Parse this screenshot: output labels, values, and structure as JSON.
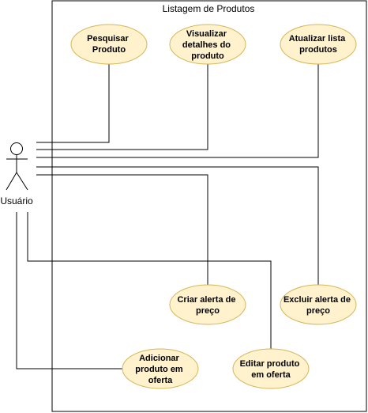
{
  "diagram": {
    "boundary_title": "Listagem de Produtos",
    "actor": {
      "name": "Usuário"
    },
    "use_cases": [
      {
        "id": "pesquisar",
        "lines": [
          "Pesquisar",
          "Produto"
        ]
      },
      {
        "id": "visualizar",
        "lines": [
          "Visualizar",
          "detalhes do",
          "produto"
        ]
      },
      {
        "id": "atualizar",
        "lines": [
          "Atualizar lista",
          "produtos"
        ]
      },
      {
        "id": "criar-alerta",
        "lines": [
          "Criar alerta de",
          "preço"
        ]
      },
      {
        "id": "excluir-alerta",
        "lines": [
          "Excluir alerta de",
          "preço"
        ]
      },
      {
        "id": "adicionar-oferta",
        "lines": [
          "Adicionar",
          "produto em",
          "oferta"
        ]
      },
      {
        "id": "editar-oferta",
        "lines": [
          "Editar produto",
          "em oferta"
        ]
      }
    ],
    "colors": {
      "use_case_fill": "#fff2cc",
      "use_case_stroke": "#d6b656",
      "line": "#000000"
    }
  }
}
